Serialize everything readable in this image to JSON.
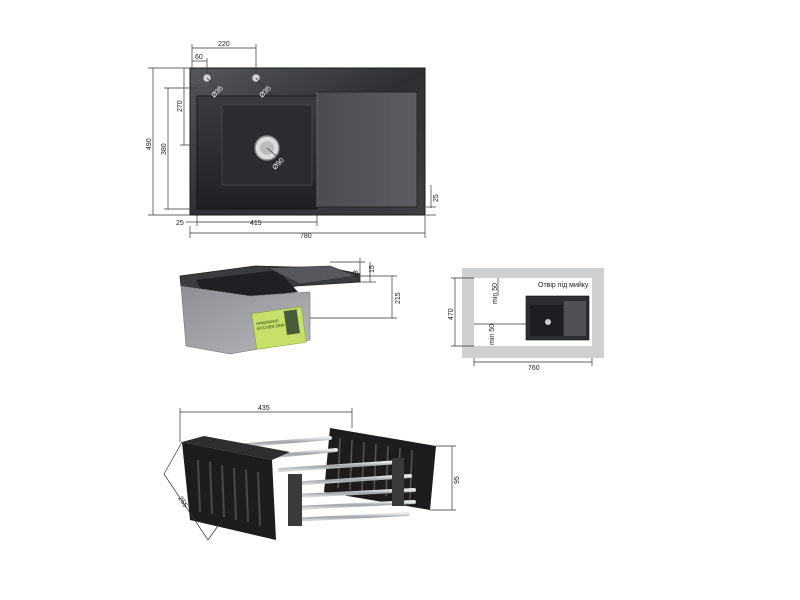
{
  "sink_top_view": {
    "dims": {
      "width_total": "780",
      "height_total": "490",
      "bowl_width": "415",
      "bowl_height": "380",
      "faucet_offset": "270",
      "faucet_spacing": "220",
      "faucet_edge": "60",
      "edge_left": "25",
      "edge_right": "25",
      "hole_small": "Ø35",
      "hole_small_2": "Ø35",
      "drain_hole": "Ø90"
    }
  },
  "sink_side_view": {
    "dims": {
      "depth": "215",
      "rim": "15",
      "step": "23"
    },
    "label_lines": [
      "HANDMADE",
      "KITCHEN SINK"
    ]
  },
  "cutout_view": {
    "label": "Отвір під мийку",
    "dims": {
      "width": "760",
      "height": "470",
      "min_top": "min 50",
      "min_left": "min 50"
    }
  },
  "basket_view": {
    "dims": {
      "length": "435",
      "width": "255",
      "height": "95"
    }
  },
  "colors": {
    "steel_dark": "#2a2a2c",
    "steel_mid": "#4a4a4e",
    "chrome": "#b8bcc0",
    "basket_black": "#1c1c1e"
  }
}
